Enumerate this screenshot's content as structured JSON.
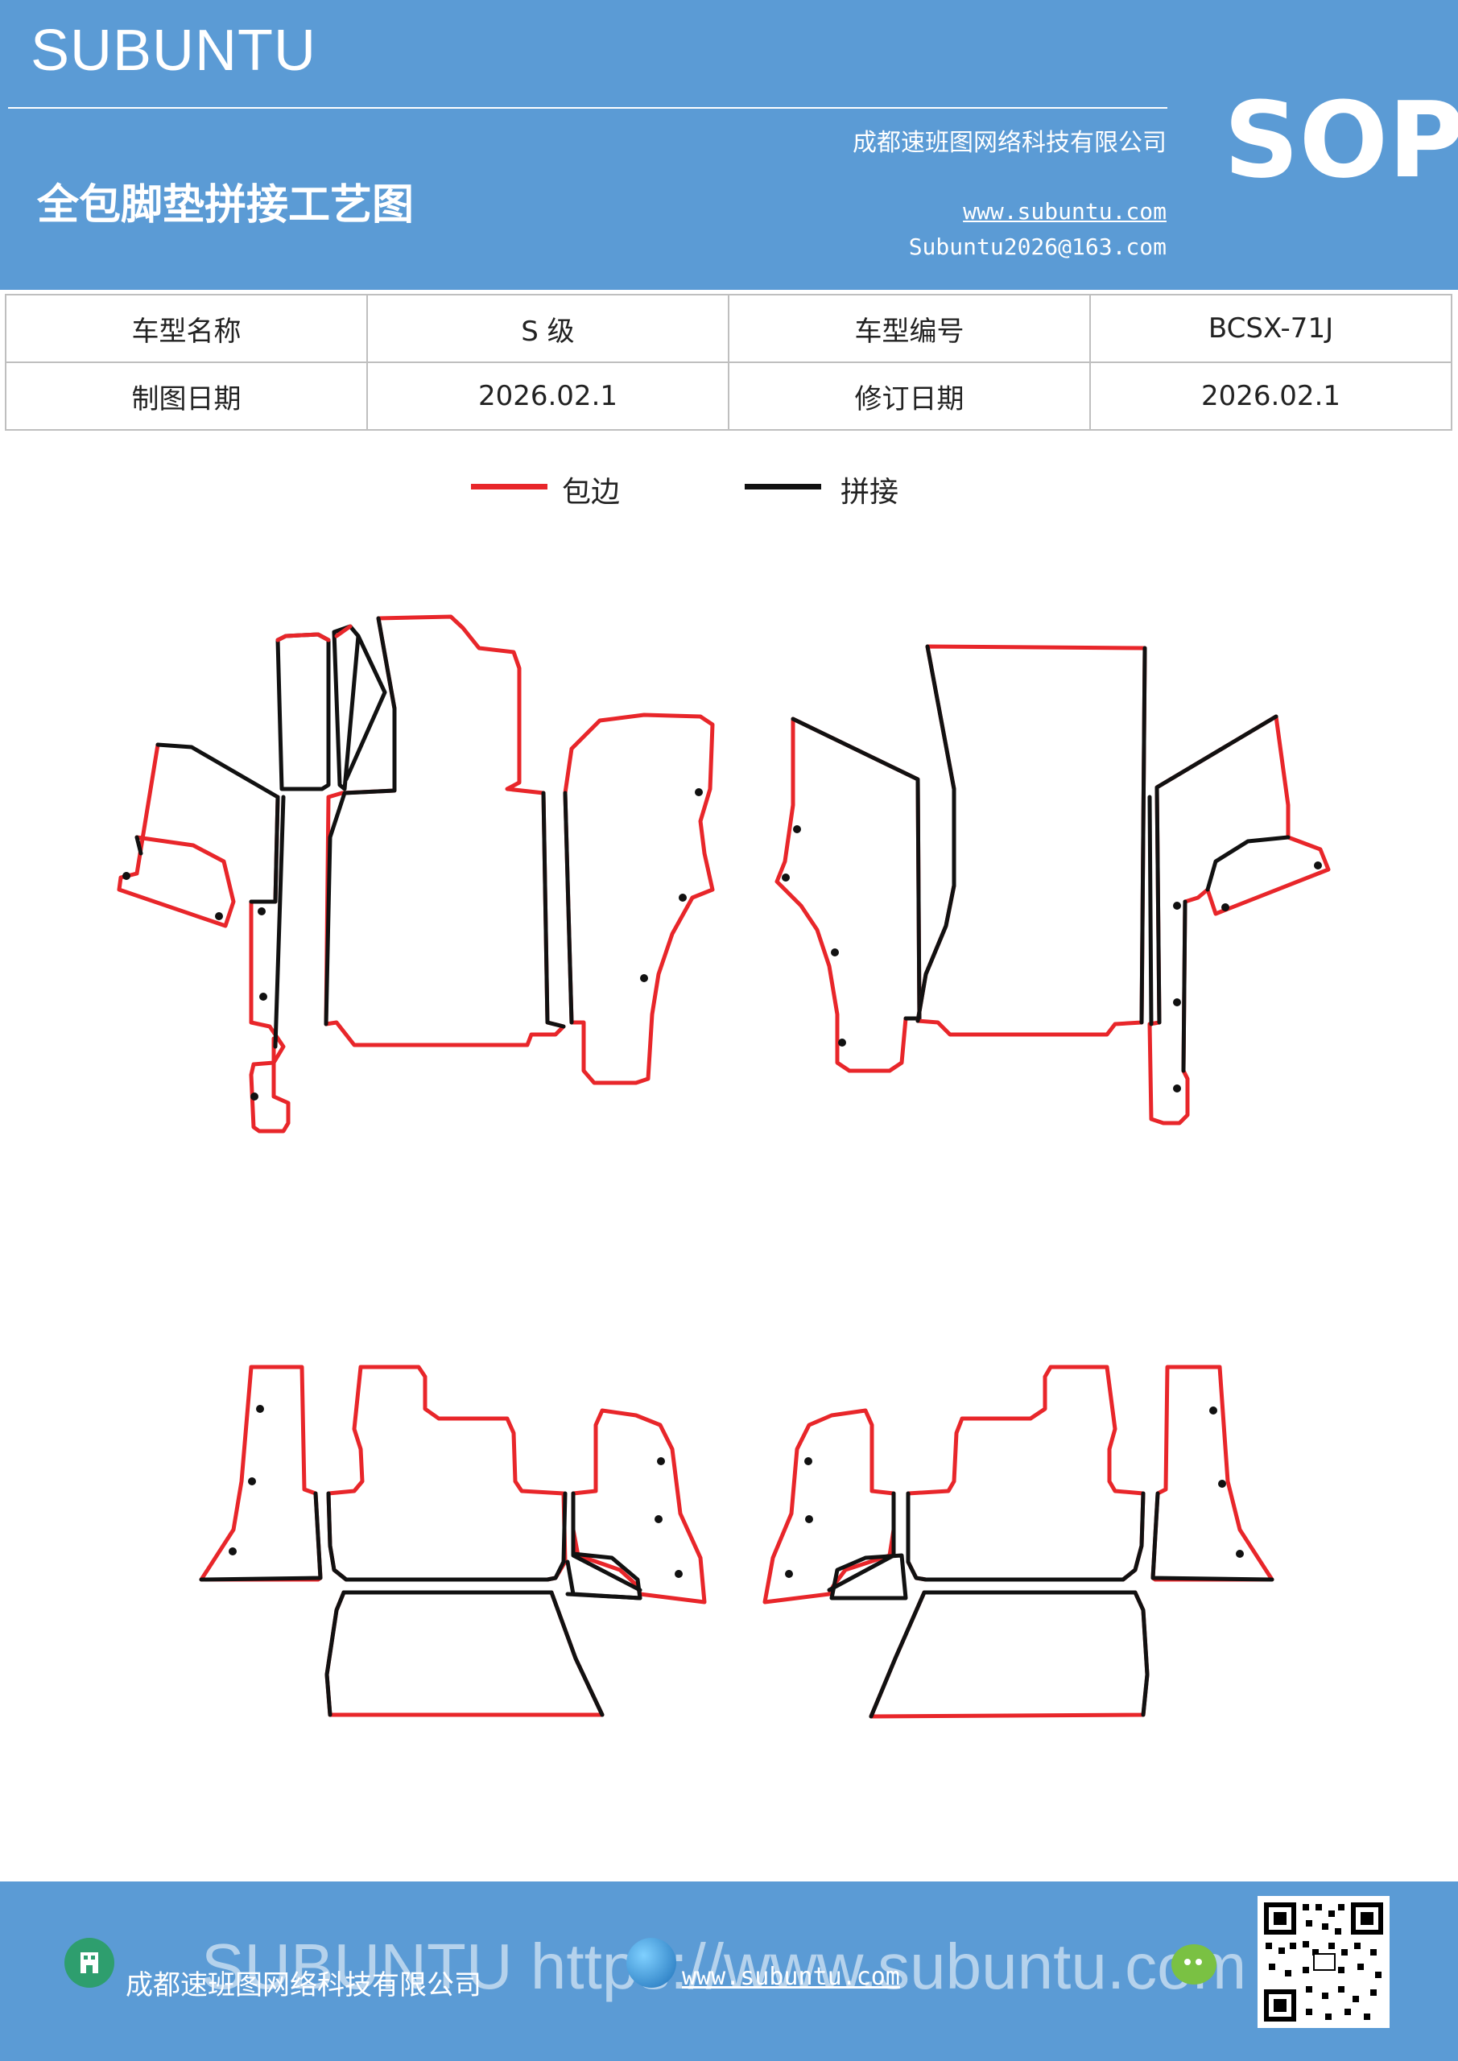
{
  "header": {
    "brand": "SUBUNTU",
    "title": "全包脚垫拼接工艺图",
    "company": "成都速班图网络科技有限公司",
    "website": "www.subuntu.com",
    "email": "Subuntu2026@163.com",
    "badge": "SOP"
  },
  "info_table": {
    "rows": [
      [
        {
          "label": "车型名称"
        },
        {
          "value": "S 级"
        },
        {
          "label": "车型编号"
        },
        {
          "value": "BCSX-71J"
        }
      ],
      [
        {
          "label": "制图日期"
        },
        {
          "value": "2026.02.1"
        },
        {
          "label": "修订日期"
        },
        {
          "value": "2026.02.1"
        }
      ]
    ]
  },
  "legend": {
    "items": [
      {
        "label": "包边",
        "color": "#e8262a"
      },
      {
        "label": "拼接",
        "color": "#111111"
      }
    ]
  },
  "colors": {
    "banner": "#5b9bd5",
    "edge_binding": "#e8262a",
    "splice": "#111111"
  },
  "footer": {
    "company": "成都速班图网络科技有限公司",
    "website": "www.subuntu.com",
    "watermark": "SUBUNTU https://www.subuntu.com",
    "icons": [
      "building-icon",
      "globe-icon",
      "wechat-icon",
      "qr-code"
    ]
  }
}
